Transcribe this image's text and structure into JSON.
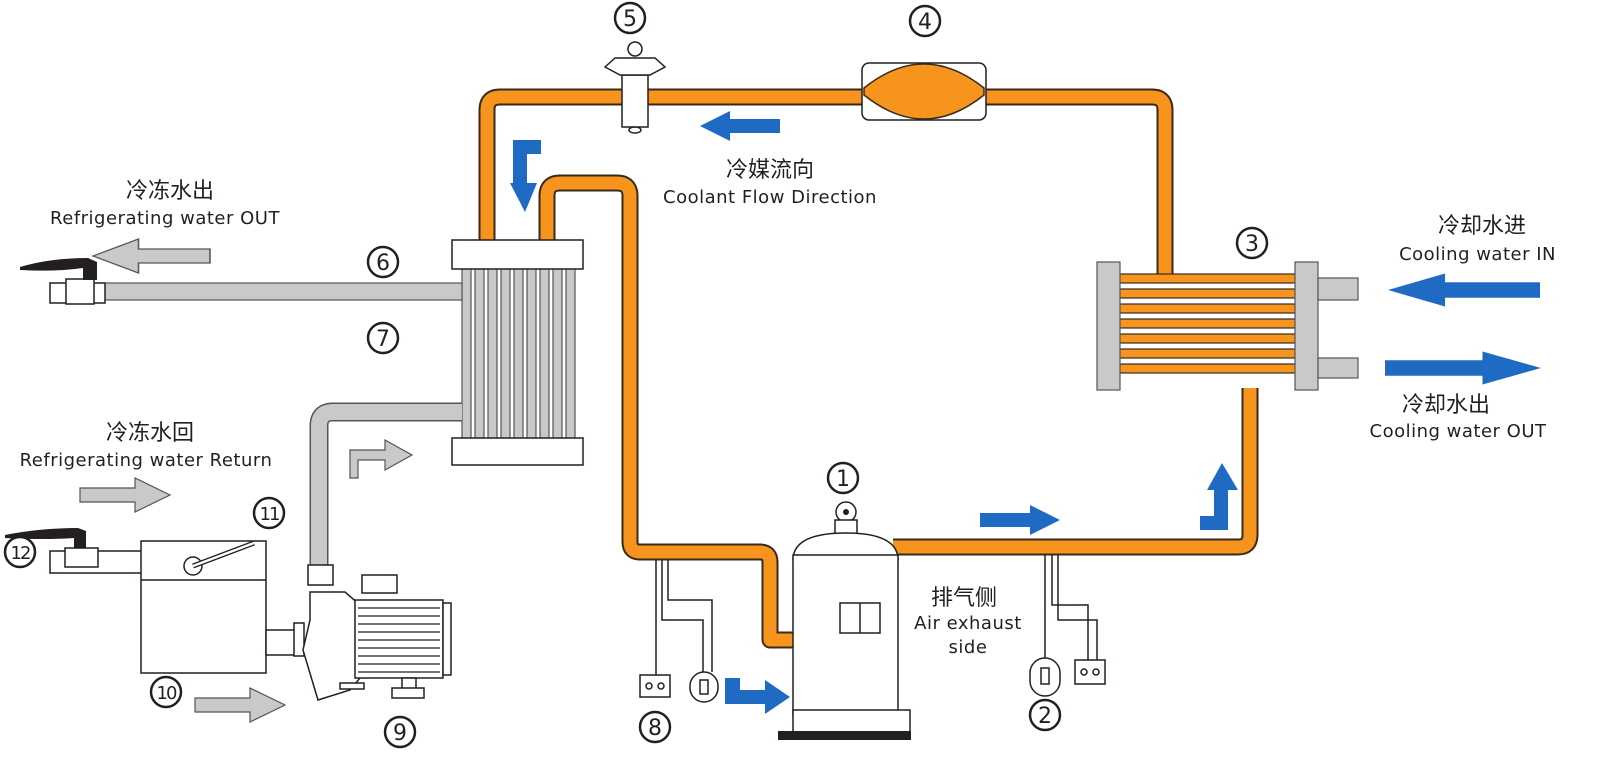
{
  "colors": {
    "refrigerant": "#f7941d",
    "water_pipe": "#c8c9cb",
    "flow_arrow": "#1f6bc4",
    "water_arrow": "#c8c9cb"
  },
  "labels": {
    "coolant_zh": "冷媒流向",
    "coolant_en": "Coolant Flow Direction",
    "chilled_out_zh": "冷冻水出",
    "chilled_out_en": "Refrigerating water OUT",
    "chilled_return_zh": "冷冻水回",
    "chilled_return_en": "Refrigerating water Return",
    "cooling_in_zh": "冷却水进",
    "cooling_in_en": "Cooling water IN",
    "cooling_out_zh": "冷却水出",
    "cooling_out_en": "Cooling water OUT",
    "exhaust_zh": "排气侧",
    "exhaust_en_1": "Air exhaust",
    "exhaust_en_2": "side"
  },
  "numbers": {
    "n1": "1",
    "n2": "2",
    "n3": "3",
    "n4": "4",
    "n5": "5",
    "n6": "6",
    "n7": "7",
    "n8": "8",
    "n9": "9",
    "n10": "10",
    "n11": "11",
    "n12": "12"
  }
}
